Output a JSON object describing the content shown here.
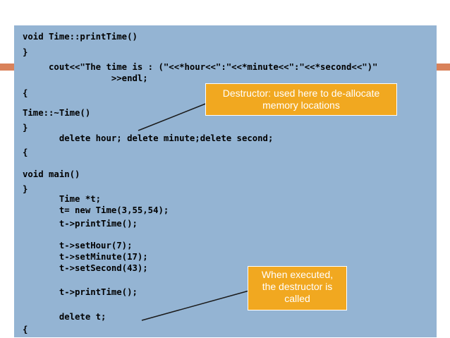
{
  "code_lines": [
    "void Time::printTime()",
    "}",
    "     cout<<\"The time is : (\"<<*hour<<\":\"<<*minute<<\":\"<<*second<<\")\"",
    "                 >>endl;",
    "{",
    "",
    "Time::~Time()",
    "}",
    "       delete hour; delete minute;delete second;",
    "{",
    "",
    "void main()",
    "}",
    "       Time *t;",
    "       t= new Time(3,55,54);",
    "       t->printTime();",
    "",
    "       t->setHour(7);",
    "       t->setMinute(17);",
    "       t->setSecond(43);",
    "",
    "       t->printTime();",
    "",
    "       delete t;",
    "{"
  ],
  "callouts": {
    "destructor": {
      "line1": "Destructor: used here to de-allocate",
      "line2": "memory locations"
    },
    "executed": {
      "line1": "When executed,",
      "line2": "the destructor is",
      "line3": "called"
    }
  },
  "colors": {
    "panel": "#94b4d3",
    "accent": "#d9825a",
    "callout": "#f1a820"
  }
}
